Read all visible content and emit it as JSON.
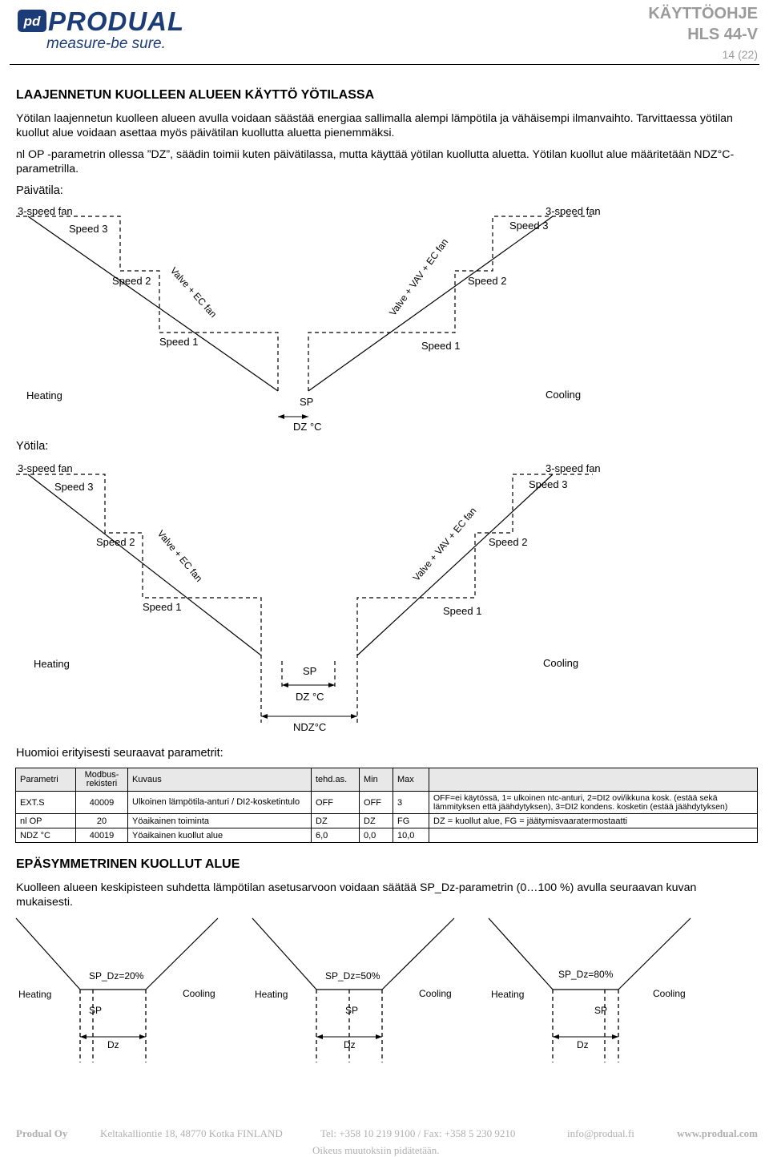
{
  "header": {
    "logo_text": "PRODUAL",
    "logo_slogan": "measure-be sure.",
    "doc_type": "KÄYTTÖOHJE",
    "product": "HLS 44-V",
    "page": "14 (22)"
  },
  "section1": {
    "title": "LAAJENNETUN KUOLLEEN ALUEEN KÄYTTÖ YÖTILASSA",
    "para1": "Yötilan laajennetun kuolleen alueen avulla voidaan säästää energiaa sallimalla alempi lämpötila ja vähäisempi ilmanvaihto. Tarvittaessa yötilan kuollut alue voidaan asettaa myös päivätilan kuollutta aluetta pienemmäksi.",
    "para2": "nl OP -parametrin ollessa ”DZ”, säädin toimii kuten päivätilassa, mutta käyttää yötilan kuollutta aluetta. Yötilan kuollut alue määritetään NDZ°C-parametrilla.",
    "day_label": "Päivätila:",
    "night_label": "Yötila:"
  },
  "diagram_day": {
    "fan_left": "3-speed fan",
    "fan_right": "3-speed fan",
    "speed3_left": "Speed 3",
    "speed3_right": "Speed 3",
    "speed2_left": "Speed 2",
    "speed2_right": "Speed 2",
    "speed1_left": "Speed 1",
    "speed1_right": "Speed 1",
    "valve_left": "Valve + EC fan",
    "valve_right": "Valve + VAV + EC fan",
    "heating": "Heating",
    "cooling": "Cooling",
    "sp": "SP",
    "dz": "DZ °C"
  },
  "diagram_night": {
    "fan_left": "3-speed fan",
    "fan_right": "3-speed fan",
    "speed3_left": "Speed 3",
    "speed3_right": "Speed 3",
    "speed2_left": "Speed 2",
    "speed2_right": "Speed 2",
    "speed1_left": "Speed 1",
    "speed1_right": "Speed 1",
    "valve_left": "Valve + EC fan",
    "valve_right": "Valve + VAV + EC fan",
    "heating": "Heating",
    "cooling": "Cooling",
    "sp": "SP",
    "dz": "DZ °C",
    "ndz": "NDZ°C"
  },
  "params_intro": "Huomioi erityisesti seuraavat parametrit:",
  "params_table": {
    "headers": [
      "Parametri",
      "Modbus-rekisteri",
      "Kuvaus",
      "tehd.as.",
      "Min",
      "Max",
      ""
    ],
    "rows": [
      [
        "EXT.S",
        "40009",
        "Ulkoinen lämpötila-anturi / DI2-kosketintulo",
        "OFF",
        "OFF",
        "3",
        "OFF=ei käytössä, 1= ulkoinen ntc-anturi, 2=DI2 ovi/ikkuna kosk. (estää sekä lämmityksen että jäähdytyksen), 3=DI2 kondens. kosketin (estää jäähdytyksen)"
      ],
      [
        "nl OP",
        "20",
        "Yöaikainen toiminta",
        "DZ",
        "DZ",
        "FG",
        "DZ = kuollut alue, FG = jäätymisvaaratermostaatti"
      ],
      [
        "NDZ °C",
        "40019",
        "Yöaikainen kuollut alue",
        "6,0",
        "0,0",
        "10,0",
        ""
      ]
    ]
  },
  "section2": {
    "title": "EPÄSYMMETRINEN KUOLLUT ALUE",
    "para": "Kuolleen alueen keskipisteen suhdetta lämpötilan asetusarvoon voidaan säätää SP_Dz-parametrin (0…100 %) avulla seuraavan kuvan mukaisesti."
  },
  "asym_diagrams": [
    {
      "label": "SP_Dz=20%",
      "heating": "Heating",
      "cooling": "Cooling",
      "sp": "SP",
      "dz": "Dz"
    },
    {
      "label": "SP_Dz=50%",
      "heating": "Heating",
      "cooling": "Cooling",
      "sp": "SP",
      "dz": "Dz"
    },
    {
      "label": "SP_Dz=80%",
      "heating": "Heating",
      "cooling": "Cooling",
      "sp": "SP",
      "dz": "Dz"
    }
  ],
  "footer": {
    "company": "Produal Oy",
    "address": "Keltakalliontie 18, 48770 Kotka FINLAND",
    "phone": "Tel: +358 10 219 9100 / Fax: +358 5 230 9210",
    "email": "info@produal.fi",
    "web": "www.produal.com",
    "note": "Oikeus muutoksiin pidätetään."
  },
  "colors": {
    "logo_blue": "#1c3c78",
    "header_gray": "#9a9a9a",
    "footer_gray": "#b0b0b0"
  }
}
